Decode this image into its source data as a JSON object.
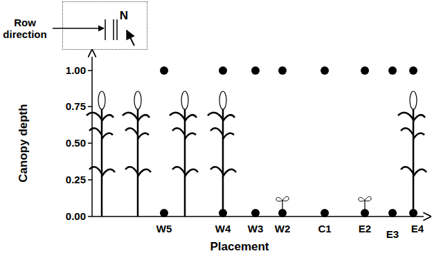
{
  "diagram": {
    "nodes": [
      {
        "text": [
          "N"
        ]
      }
    ],
    "labels": [
      "Row direction",
      "1.00",
      "0.75",
      "0.50",
      "0.25",
      "0.00",
      "Canopy depth",
      "W5",
      "W4",
      "W3",
      "W2",
      "C1",
      "E2",
      "E3",
      "E4",
      "Placement"
    ]
  }
}
